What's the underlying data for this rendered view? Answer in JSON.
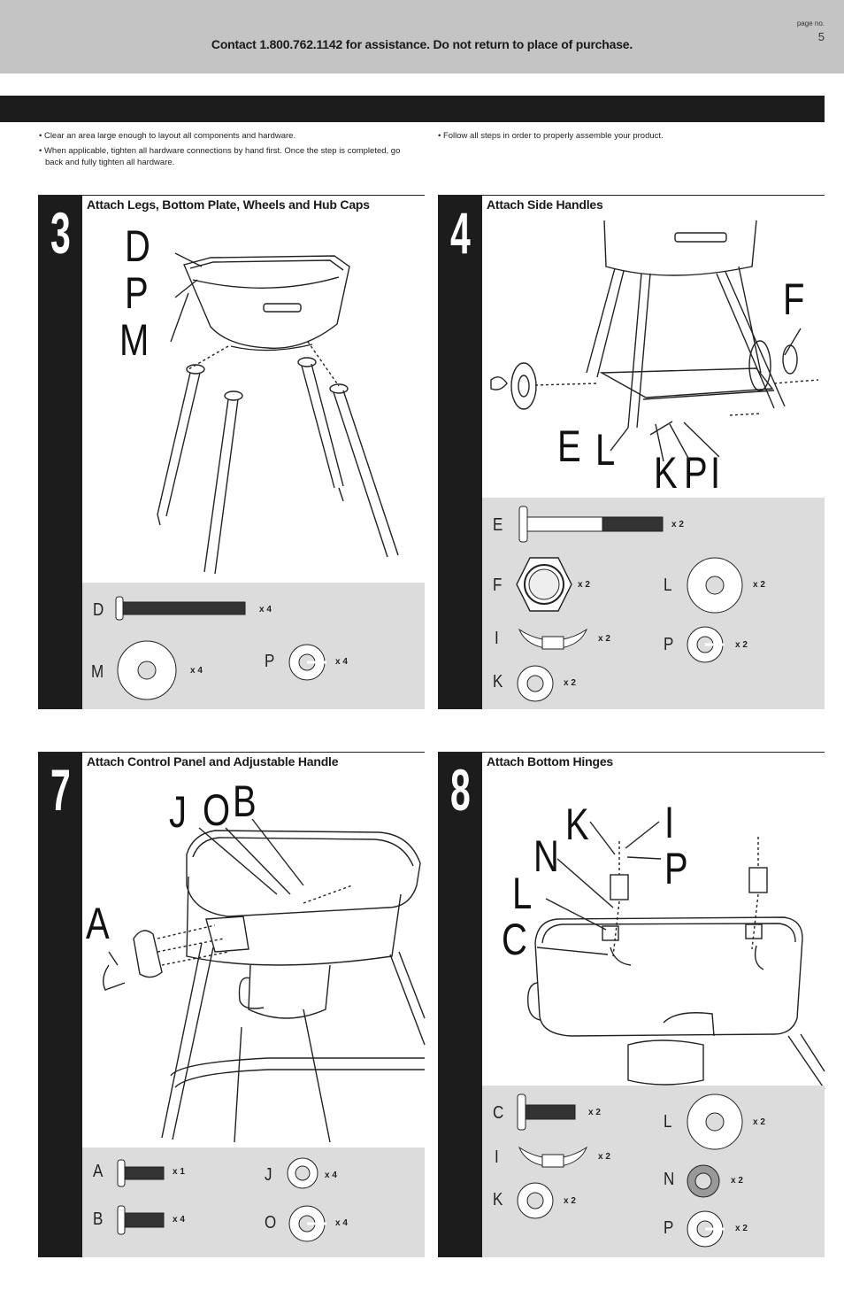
{
  "header": {
    "contact": "Contact 1.800.762.1142 for assistance. Do not return to place of purchase.",
    "page_label": "page no.",
    "page_number": "5"
  },
  "notes": {
    "left": [
      "• Clear an area large enough to layout all components and hardware.",
      "• When applicable, tighten all hardware connections by hand first. Once the step is completed, go back and fully tighten all hardware."
    ],
    "right": [
      "• Follow all steps in order to properly assemble your product."
    ]
  },
  "steps": [
    {
      "number": "3",
      "title": "Attach Legs, Bottom Plate, Wheels and Hub Caps",
      "callouts": [
        "D",
        "P",
        "M"
      ],
      "parts": [
        {
          "letter": "D",
          "qty": "x 4",
          "icon": "bolt-long-icon"
        },
        {
          "letter": "M",
          "qty": "x 4",
          "icon": "flat-washer-icon"
        },
        {
          "letter": "P",
          "qty": "x 4",
          "icon": "lock-washer-icon"
        }
      ]
    },
    {
      "number": "4",
      "title": "Attach Side Handles",
      "callouts": [
        "F",
        "E",
        "L",
        "K",
        "P",
        "I"
      ],
      "parts": [
        {
          "letter": "E",
          "qty": "x 2",
          "icon": "axle-bolt-icon"
        },
        {
          "letter": "F",
          "qty": "x 2",
          "icon": "hex-nut-icon"
        },
        {
          "letter": "L",
          "qty": "x 2",
          "icon": "flat-washer-icon"
        },
        {
          "letter": "I",
          "qty": "x 2",
          "icon": "wing-nut-icon"
        },
        {
          "letter": "P",
          "qty": "x 2",
          "icon": "lock-washer-icon"
        },
        {
          "letter": "K",
          "qty": "x 2",
          "icon": "small-washer-icon"
        }
      ]
    },
    {
      "number": "7",
      "title": "Attach Control Panel and Adjustable Handle",
      "callouts": [
        "J",
        "O",
        "B",
        "A"
      ],
      "parts": [
        {
          "letter": "A",
          "qty": "x 1",
          "icon": "bolt-short-icon"
        },
        {
          "letter": "J",
          "qty": "x 4",
          "icon": "small-washer-icon"
        },
        {
          "letter": "B",
          "qty": "x 4",
          "icon": "bolt-short-icon"
        },
        {
          "letter": "O",
          "qty": "x 4",
          "icon": "lock-washer-icon"
        }
      ]
    },
    {
      "number": "8",
      "title": "Attach Bottom Hinges",
      "callouts": [
        "K",
        "I",
        "N",
        "P",
        "L",
        "C"
      ],
      "parts": [
        {
          "letter": "C",
          "qty": "x 2",
          "icon": "bolt-short-icon"
        },
        {
          "letter": "L",
          "qty": "x 2",
          "icon": "flat-washer-icon"
        },
        {
          "letter": "I",
          "qty": "x 2",
          "icon": "wing-nut-icon"
        },
        {
          "letter": "N",
          "qty": "x 2",
          "icon": "rubber-washer-icon"
        },
        {
          "letter": "K",
          "qty": "x 2",
          "icon": "small-washer-icon"
        },
        {
          "letter": "P",
          "qty": "x 2",
          "icon": "lock-washer-icon"
        }
      ]
    }
  ]
}
